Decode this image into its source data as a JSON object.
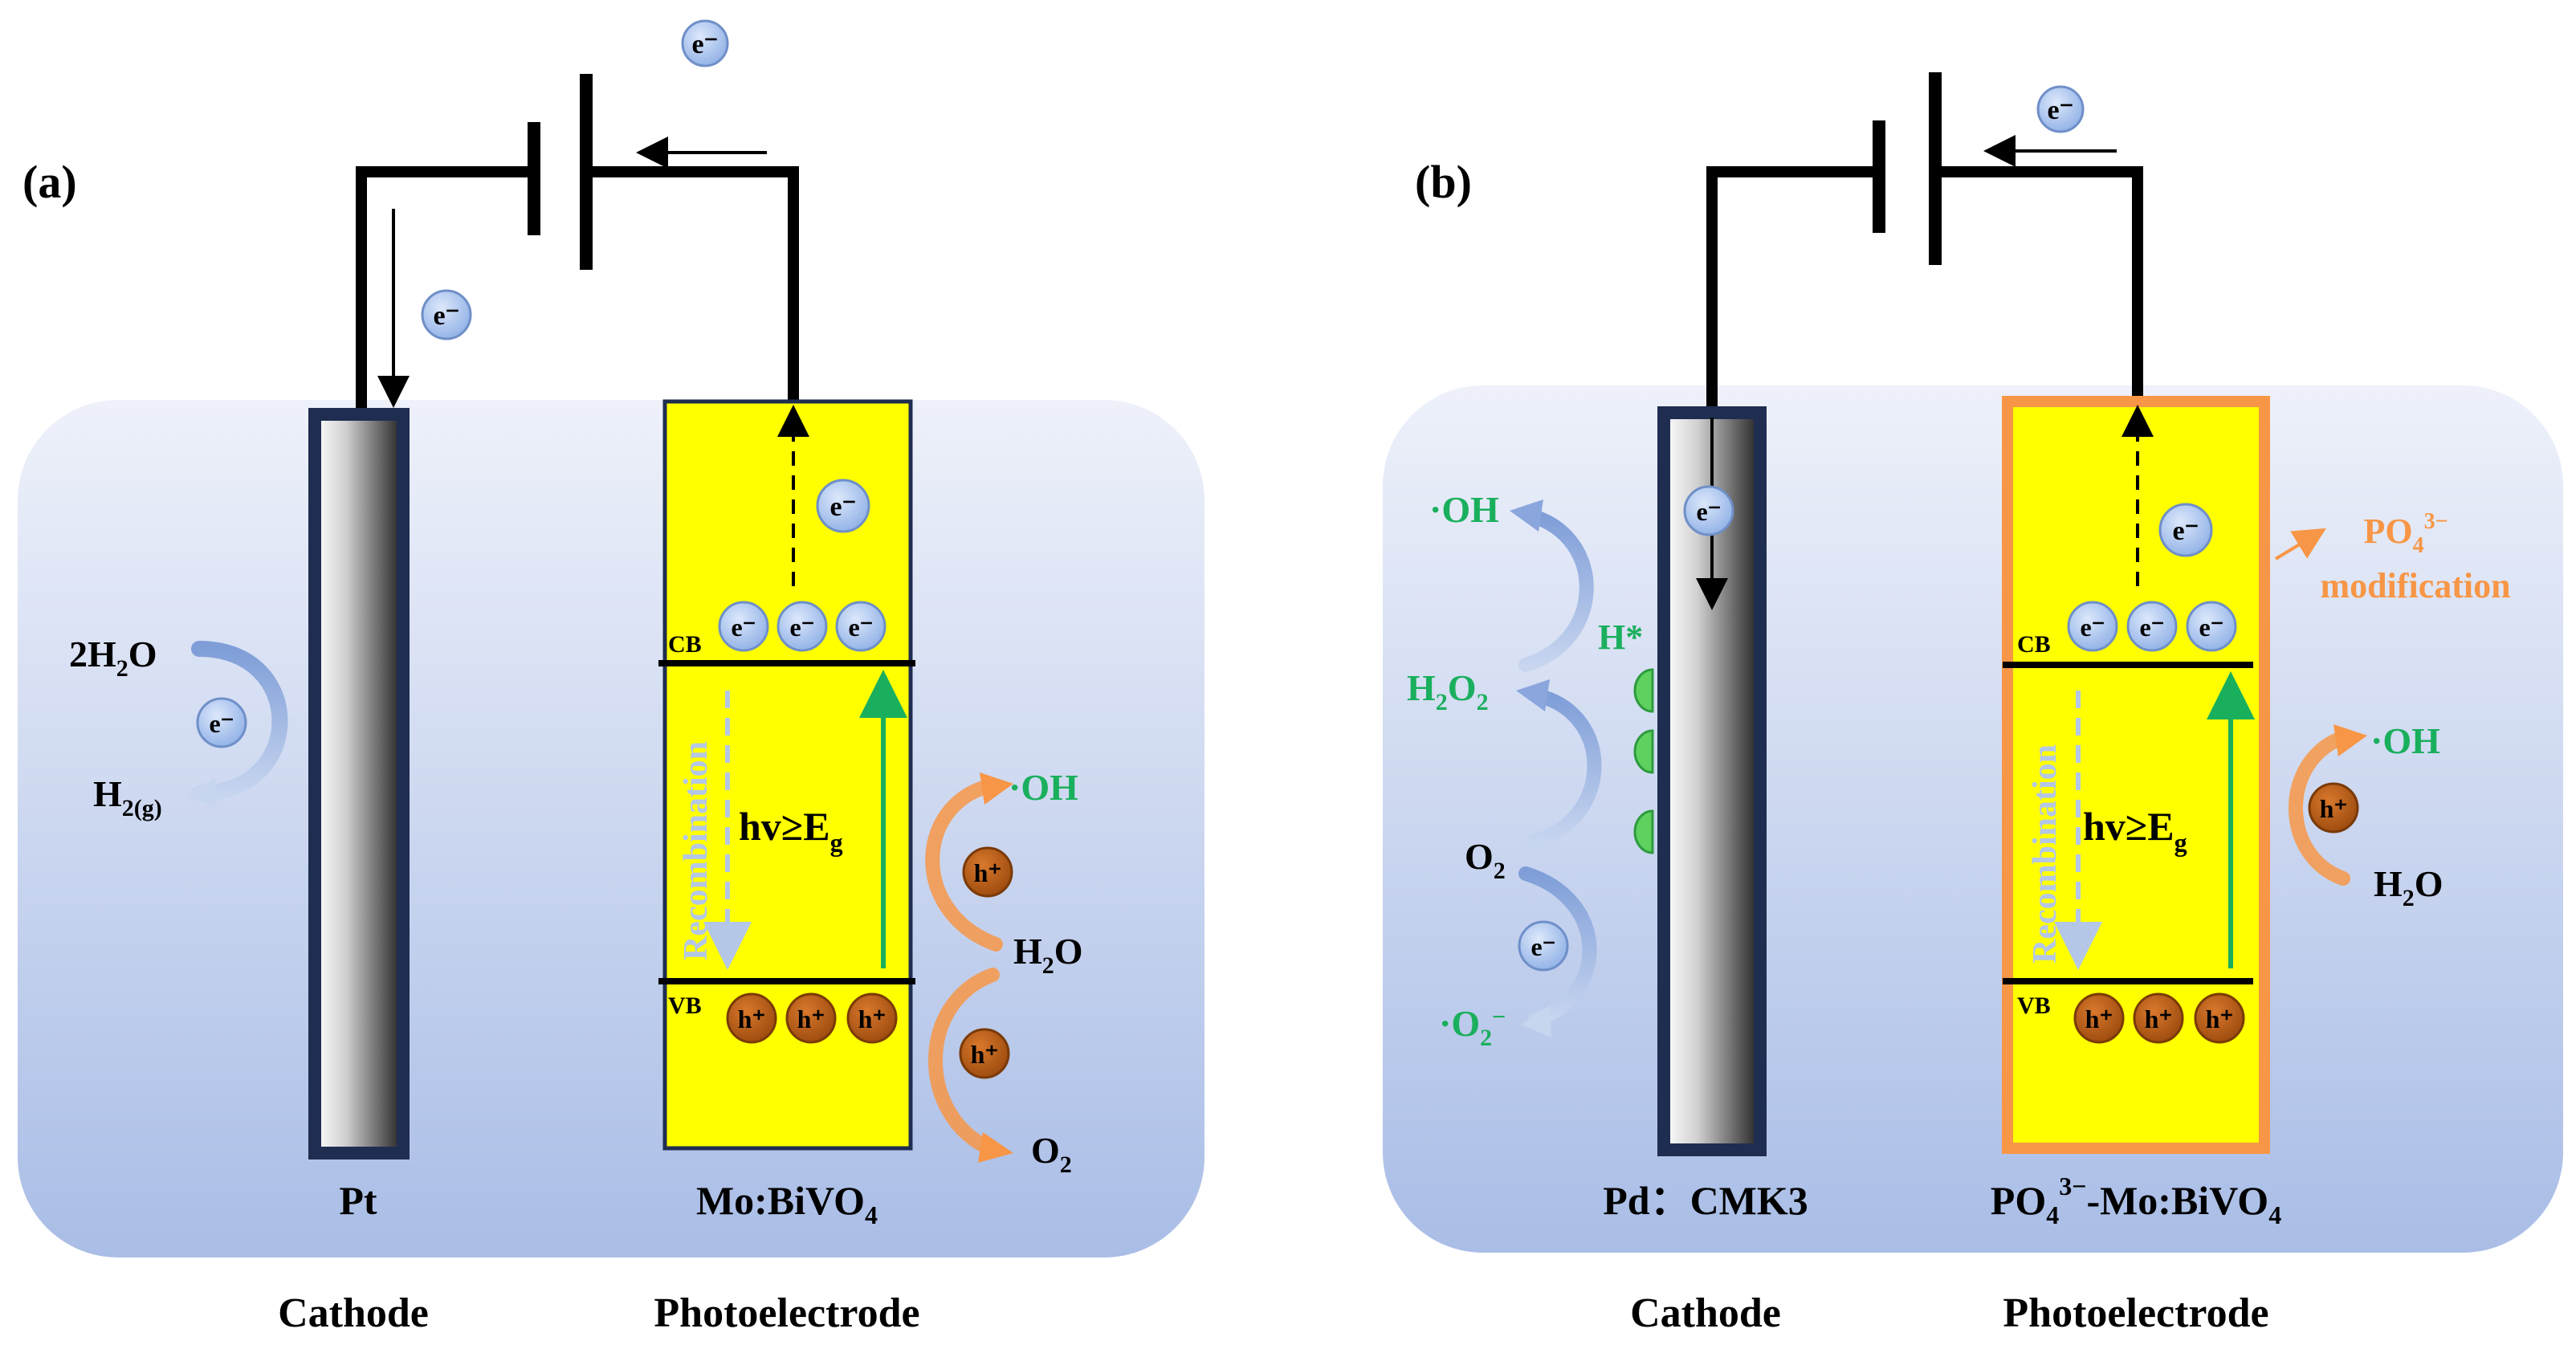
{
  "panel_a": {
    "label": "(a)",
    "electron": "e⁻",
    "cathode_material": "Pt",
    "photoelectrode_material_main": "Mo:BiVO",
    "photoelectrode_material_sub": "4",
    "cathode_caption": "Cathode",
    "photoelectrode_caption": "Photoelectrode",
    "cb": "CB",
    "vb": "VB",
    "recombination": "Recombination",
    "excitation_main": "hv≥E",
    "excitation_sub": "g",
    "hole": "h⁺",
    "water_2_main": "2H",
    "water_2_sub": "2",
    "water_2_tail": "O",
    "h2_main": "H",
    "h2_sub": "2(g)",
    "oh": "·OH",
    "h2o_main": "H",
    "h2o_sub": "2",
    "h2o_tail": "O",
    "o2_main": "O",
    "o2_sub": "2"
  },
  "panel_b": {
    "label": "(b)",
    "electron": "e⁻",
    "cathode_material": "Pd：CMK3",
    "photoelectrode_material_main": "PO",
    "photoelectrode_material_sub": "4",
    "photoelectrode_material_sup": "3−",
    "photoelectrode_material_tail": "-Mo:BiVO",
    "photoelectrode_material_tail_sub": "4",
    "cathode_caption": "Cathode",
    "photoelectrode_caption": "Photoelectrode",
    "cb": "CB",
    "vb": "VB",
    "recombination": "Recombination",
    "excitation_main": "hv≥E",
    "excitation_sub": "g",
    "hole": "h⁺",
    "oh_top": "·OH",
    "h_star": "H*",
    "h2o2_main": "H",
    "h2o2_sub1": "2",
    "h2o2_mid": "O",
    "h2o2_sub2": "2",
    "o2_main": "O",
    "o2_sub": "2",
    "superoxide_main": "·O",
    "superoxide_sub": "2",
    "superoxide_sup": "−",
    "oh_right": "·OH",
    "h2o_main": "H",
    "h2o_sub": "2",
    "h2o_tail": "O",
    "modification_line1_main": "PO",
    "modification_line1_sub": "4",
    "modification_line1_sup": "3−",
    "modification_line2": "modification"
  },
  "colors": {
    "yellow": "#ffff00",
    "green_text": "#1aaf5d",
    "orange": "#f79646",
    "hole_fill": "#b85b14",
    "electron_fill": "#9fbfee",
    "electrolyte_top": "#eef1fa",
    "electrolyte_bottom": "#a9bde6",
    "frame": "#1f2d50",
    "recombination": "#b4c7e7"
  }
}
